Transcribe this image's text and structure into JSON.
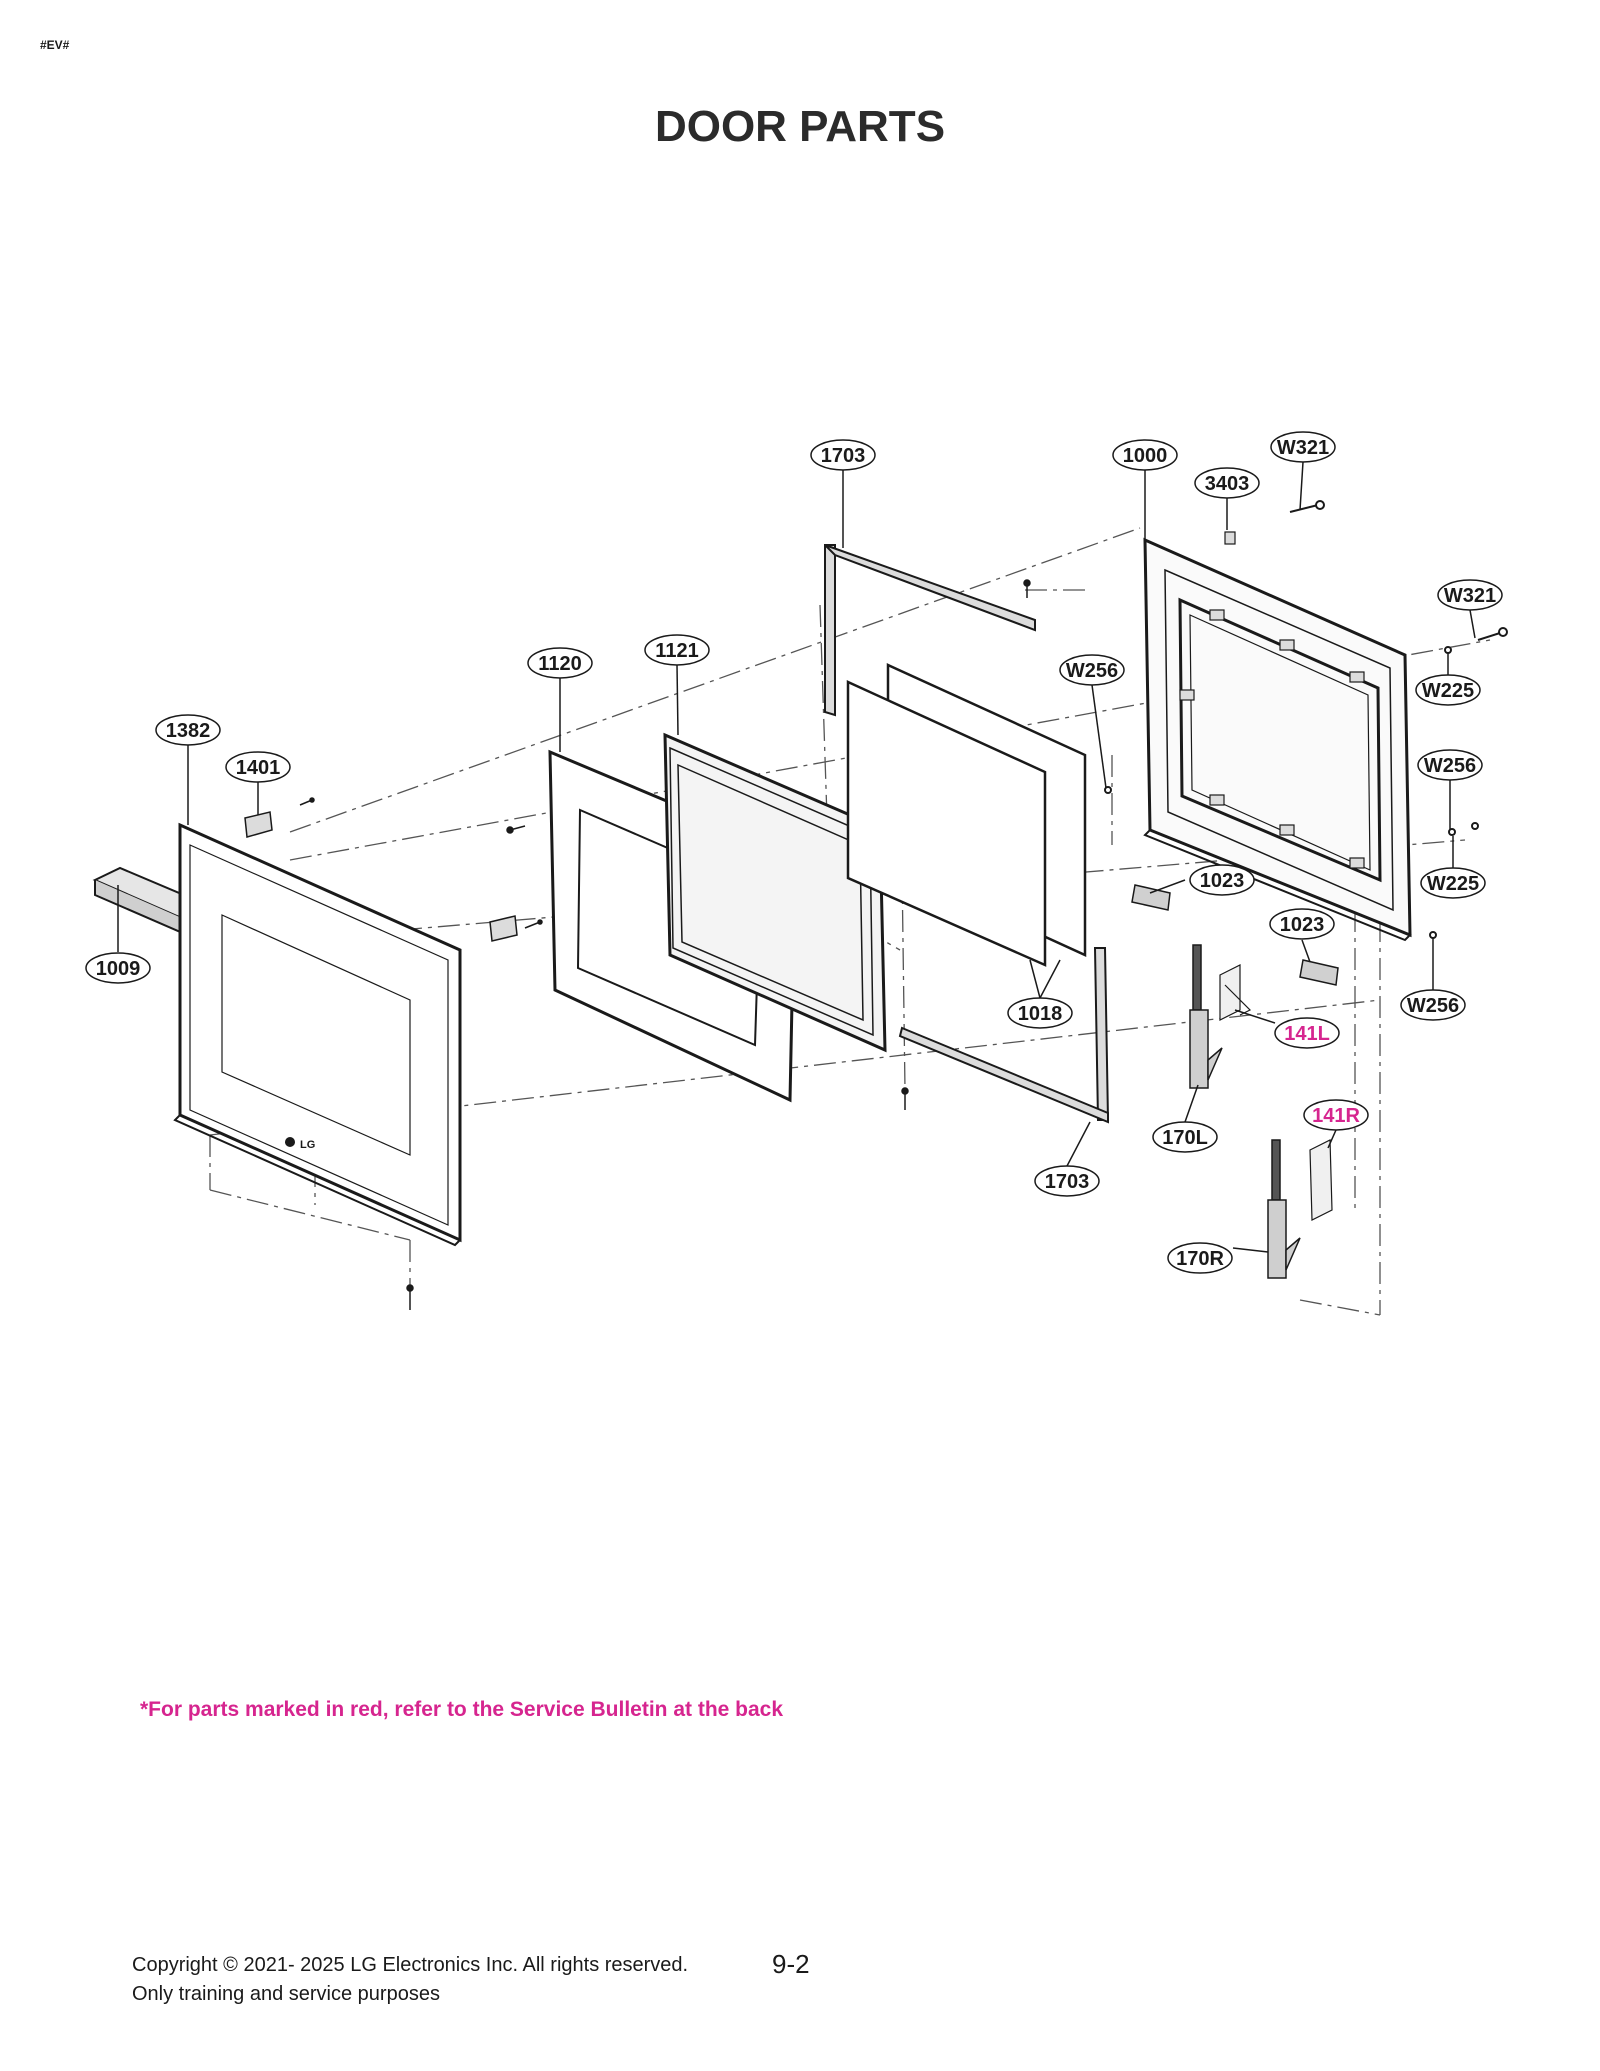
{
  "header": {
    "code": "#EV#",
    "title": "DOOR PARTS"
  },
  "callouts": [
    {
      "id": "c-1703-top",
      "text": "1703"
    },
    {
      "id": "c-1000",
      "text": "1000"
    },
    {
      "id": "c-w321-a",
      "text": "W321"
    },
    {
      "id": "c-3403",
      "text": "3403"
    },
    {
      "id": "c-w321-b",
      "text": "W321"
    },
    {
      "id": "c-w225-a",
      "text": "W225"
    },
    {
      "id": "c-w256-a",
      "text": "W256"
    },
    {
      "id": "c-w256-b",
      "text": "W256"
    },
    {
      "id": "c-w225-b",
      "text": "W225"
    },
    {
      "id": "c-w256-c",
      "text": "W256"
    },
    {
      "id": "c-1120",
      "text": "1120"
    },
    {
      "id": "c-1121",
      "text": "1121"
    },
    {
      "id": "c-1382",
      "text": "1382"
    },
    {
      "id": "c-1401",
      "text": "1401"
    },
    {
      "id": "c-1009",
      "text": "1009"
    },
    {
      "id": "c-1023-a",
      "text": "1023"
    },
    {
      "id": "c-1023-b",
      "text": "1023"
    },
    {
      "id": "c-141l",
      "text": "141L",
      "red": true
    },
    {
      "id": "c-1018",
      "text": "1018"
    },
    {
      "id": "c-170l",
      "text": "170L"
    },
    {
      "id": "c-141r",
      "text": "141R",
      "red": true
    },
    {
      "id": "c-1703-bot",
      "text": "1703"
    },
    {
      "id": "c-170r",
      "text": "170R"
    }
  ],
  "colors": {
    "line": "#1a1a1a",
    "dash": "#555555",
    "red": "#d6258f"
  },
  "note": "*For parts marked in red, refer to the Service Bulletin at the back",
  "footer": {
    "copyright": "Copyright © 2021- 2025 LG Electronics Inc. All rights reserved.",
    "purpose": "Only training and service purposes",
    "page": "9-2"
  },
  "logo": "LG"
}
